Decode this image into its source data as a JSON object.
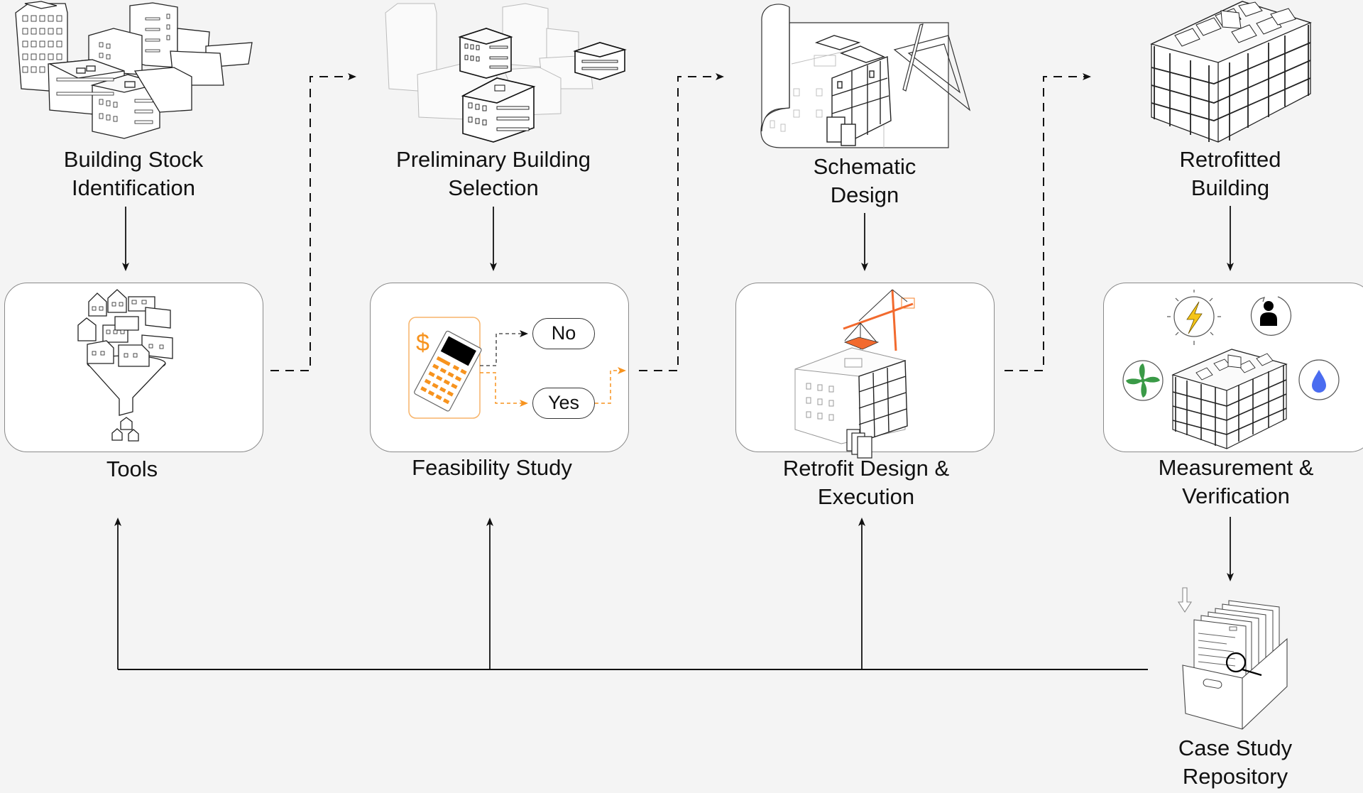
{
  "diagram": {
    "title": "Building retrofit workflow",
    "steps": {
      "building_stock": {
        "line1": "Building Stock",
        "line2": "Identification",
        "icon": "city-buildings-icon"
      },
      "preliminary": {
        "line1": "Preliminary Building",
        "line2": "Selection",
        "icon": "selected-buildings-icon"
      },
      "schematic": {
        "line1": "Schematic",
        "line2": "Design",
        "icon": "blueprint-scroll-icon"
      },
      "retrofitted": {
        "line1": "Retrofitted",
        "line2": "Building",
        "icon": "retrofitted-building-icon"
      },
      "tools": {
        "line1": "Tools",
        "icon": "funnel-houses-icon"
      },
      "feasibility": {
        "line1": "Feasibility Study",
        "icon": "calculator-icon",
        "decision_no": "No",
        "decision_yes": "Yes",
        "currency_symbol": "$"
      },
      "retrofit_design": {
        "line1": "Retrofit Design &",
        "line2": "Execution",
        "icon": "crane-building-icon"
      },
      "measurement": {
        "line1": "Measurement &",
        "line2": "Verification",
        "icons": [
          "energy-icon",
          "occupant-icon",
          "ventilation-fan-icon",
          "water-drop-icon"
        ]
      },
      "repository": {
        "line1": "Case Study",
        "line2": "Repository",
        "icon": "file-box-search-icon"
      }
    },
    "colors": {
      "background": "#f4f4f4",
      "accent_orange": "#f7931e",
      "crane_orange": "#f26a2e",
      "energy_yellow": "#f5c518",
      "fan_green": "#3a9a47",
      "water_blue": "#4a6cf0"
    }
  }
}
